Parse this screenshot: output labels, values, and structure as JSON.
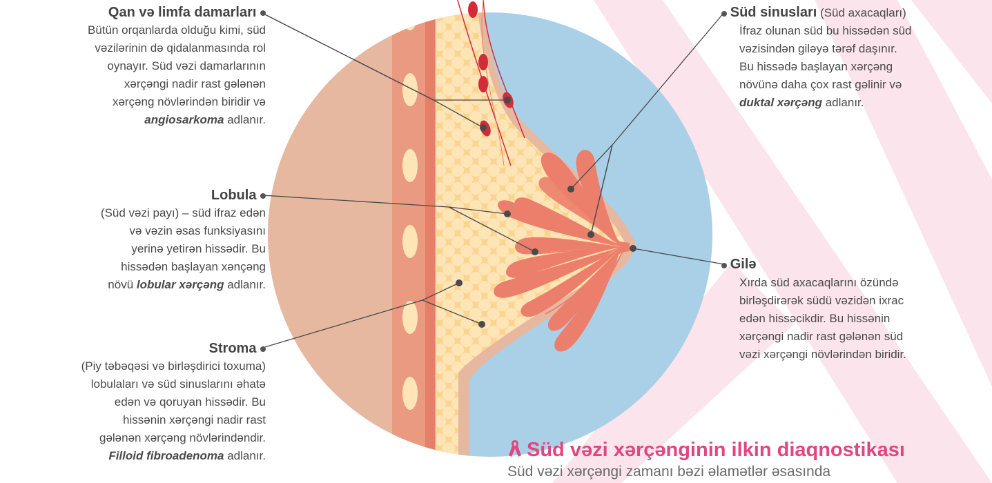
{
  "colors": {
    "ribbon": "#fbe4ec",
    "skin": "#e7b8a0",
    "muscle": "#ea9a80",
    "fat": "#fbd58f",
    "fat_light": "#fde5b7",
    "lobe": "#ec7f6c",
    "vessel": "#d22b3a",
    "outline_blue": "#a9d0e7",
    "accent": "#e2467e",
    "leader": "#4a4a4a"
  },
  "labels": {
    "vessels": {
      "title": "Qan və limfa damarları",
      "line1": "Bütün orqanlarda olduğu kimi, süd",
      "line2": "vəzilərinin də qidalanmasında rol",
      "line3": "oynayır. Süd vəzi damarlarının",
      "line4": "xərçəngi nadir rast gələnən",
      "line5": "xərçəng növlərindən biridir və",
      "term": "angiosarkoma",
      "tail": " adlanır."
    },
    "lobule": {
      "title": "Lobula",
      "line1": "(Süd vəzi payı) – süd ifraz edən",
      "line2": "və vəzin əsas funksiyasını",
      "line3": "yerinə yetirən hissədir. Bu",
      "line4": "hissədən başlayan xənçəng",
      "prefix": "növü ",
      "term": "lobular xərçəng",
      "tail": " adlanır."
    },
    "stroma": {
      "title": "Stroma",
      "line1": "(Piy təbəqəsi və birləşdirici toxuma)",
      "line2": "lobulaları və süd sinuslarını əhatə",
      "line3": "edən və qoruyan hissədir. Bu",
      "line4": "hissənin xərçəngi nadir rast",
      "line5": "gələnən xərçəng növlərindəndir.",
      "term": "Filloid fibroadenoma",
      "tail": " adlanır."
    },
    "sinuses": {
      "title": "Süd sinusları",
      "subtitle": " (Süd axacaqları)",
      "line1": "İfraz olunan süd bu hissədən süd",
      "line2": "vəzisindən giləyə tərəf daşınır.",
      "line3": "Bu hissədə başlayan xərçəng",
      "line4": "növünə daha çox rast gəlinir və",
      "term": "duktal xərçəng",
      "tail": " adlanır."
    },
    "nipple": {
      "title": "Gilə",
      "line1": "Xırda süd axacaqlarını özündə",
      "line2": "birləşdirərək südü vəzidən ixrac",
      "line3": "edən hissəcikdir. Bu hissənin",
      "line4": "xərçəngi nadir rast gələnən süd",
      "line5": "vəzi xərçəngi növlərindən biridir."
    }
  },
  "section": {
    "icon": "ribbon-icon",
    "heading": "Süd vəzi xərçənginin ilkin diaqnostikası",
    "next_line": "Süd vəzi xərçəngi zamanı bəzi əlamətlər əsasında"
  }
}
